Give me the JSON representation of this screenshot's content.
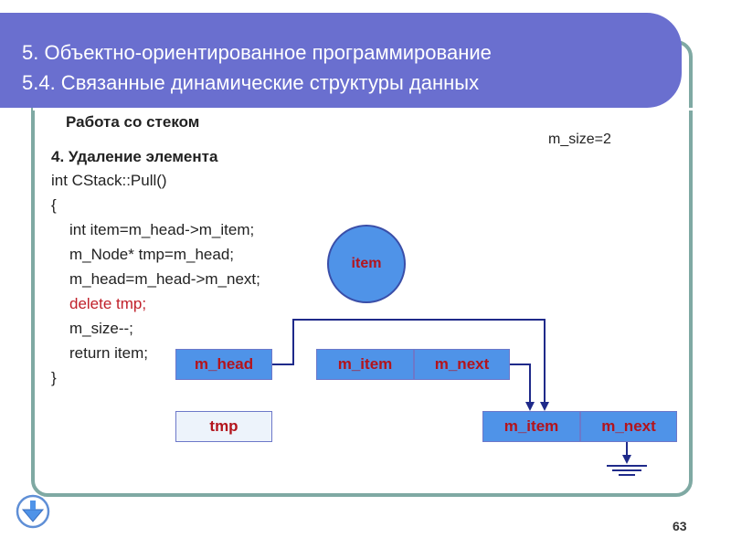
{
  "header": {
    "line1": "5. Объектно-ориентированное программирование",
    "line2": "5.4. Связанные динамические структуры данных"
  },
  "section_title": "Работа со стеком",
  "size_label": "m_size=2",
  "step_title": "4. Удаление элемента",
  "code": [
    "int CStack::Pull()",
    "{",
    "int item=m_head->m_item;",
    "m_Node* tmp=m_head;",
    "m_head=m_head->m_next;",
    "delete tmp;",
    "m_size--;",
    "return item;",
    "}"
  ],
  "diagram": {
    "item_circle": "item",
    "m_head": "m_head",
    "tmp": "tmp",
    "node1_item": "m_item",
    "node1_next": "m_next",
    "node2_item": "m_item",
    "node2_next": "m_next"
  },
  "page_number": "63"
}
